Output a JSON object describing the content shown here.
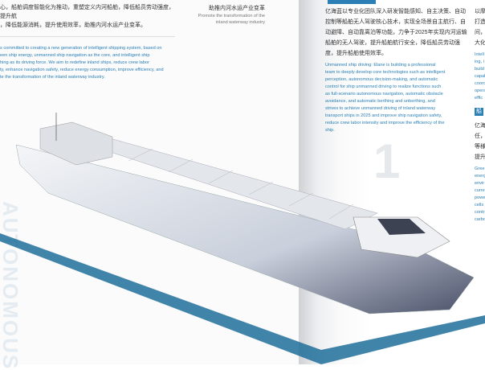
{
  "left_page": {
    "cn_lines": [
      "心，船舶调度智能化为推动，重塑定义内河船舶，降低船员劳动强度，提升航",
      "，降低能源消耗，提升使用效率，助推内河水运产业变革。"
    ],
    "en_lines": [
      "s committed to creating a new generation of intelligent shipping system, based on",
      "een ship energy, unmanned ship navigation as the core, and intelligent ship",
      "hing as its driving force. We aim to redefine inland ships, reduce crew labor",
      "ty, enhance navigation safety, reduce energy consumption, improve efficiency, and",
      "te the transformation of the inland waterway industry."
    ],
    "subtitle_cn": "助推内河水运产业变革",
    "subtitle_en": "Promote the transformation of the inland waterway industry",
    "watermark": "AUTONOMOUS"
  },
  "right_page": {
    "cn_lines": [
      "亿海蓝以专业化团队深入研发智能感知、自主决策、自动",
      "控制等船舶无人驾驶核心技术，实现全场景自主航行、自",
      "动避障、自动靠离泊等功能，力争于2025年实现内河运输",
      "船舶的无人驾驶，提升船舶航行安全，降低船员劳动强",
      "度，提升船舶使用效率。"
    ],
    "en_lines": [
      "Unmanned ship driving: Elane is building a professional",
      "team to deeply develop core technologies such as intelligent",
      "perception, autonomous decision-making, and automatic",
      "control for ship unmanned driving to realize functions such",
      "as full-scenario autonomous navigation, automatic obstacle",
      "avoidance, and automatic berthing and unberthing, and",
      "strives to achieve unmanned driving of inland waterway",
      "transport ships in 2025 and improve ship navigation safety,",
      "reduce crew labor intensity and improve the efficiency of the",
      "ship."
    ],
    "big_number": "1",
    "side_cn_top": [
      "以摩",
      "打造",
      "间，实",
      "大化"
    ],
    "side_en_top": [
      "Intell",
      "ing, i",
      "build",
      "capal",
      "coord",
      "opera",
      "effic"
    ],
    "side_header": "船",
    "side_cn_bottom": [
      "亿海",
      "任，",
      "等様",
      "提升"
    ],
    "side_en_bottom": [
      "Gree",
      "energ",
      "envir",
      "curre",
      "powe",
      "cells",
      "contr",
      "carbo"
    ]
  },
  "colors": {
    "accent": "#2a7fb5",
    "stripe": "#1f6f9a"
  }
}
